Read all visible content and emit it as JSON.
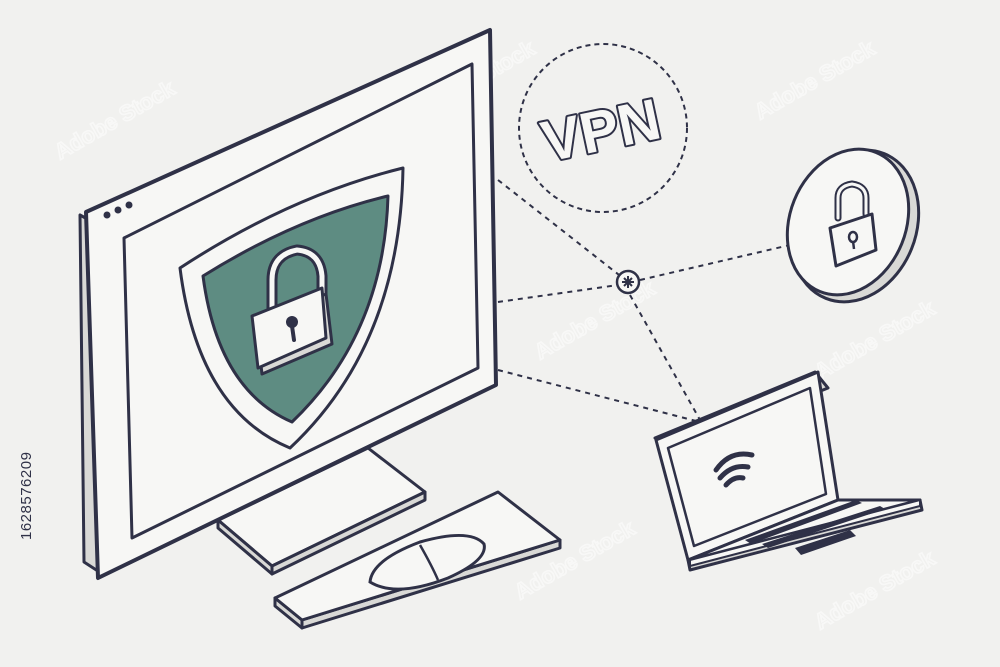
{
  "scene": {
    "vpn_label": "VPN",
    "stock_id": "1628576209",
    "watermark": "Adobe Stock",
    "colors": {
      "background": "#f1f1ef",
      "outline": "#2f3147",
      "shield_fill": "#5e8c82",
      "device_fill": "#f7f7f5"
    },
    "icons": [
      "monitor-icon",
      "shield-icon",
      "padlock-icon",
      "wifi-icon",
      "laptop-icon",
      "mouse-icon",
      "keyboard-icon",
      "network-hub-icon"
    ]
  }
}
